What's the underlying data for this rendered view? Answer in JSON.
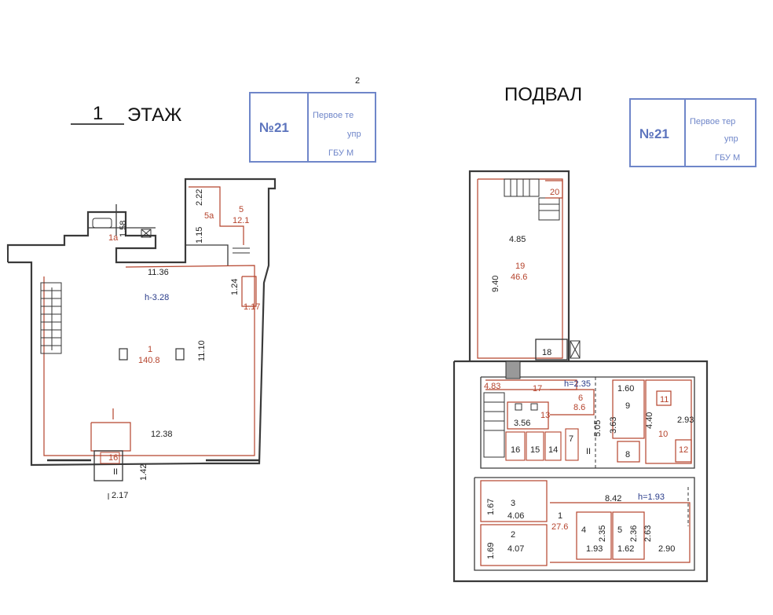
{
  "floor1": {
    "title_num": "1",
    "title_word": "ЭТАЖ",
    "stamp": {
      "number": "№21",
      "line1": "Первое те",
      "line2": "упр",
      "line3": "ГБУ М"
    },
    "labels": {
      "d158": "1.58",
      "r1a": "1а",
      "d222": "2.22",
      "r5a": "5а",
      "d115": "1.15",
      "r5": "5",
      "a5": "12.1",
      "d1136": "11.36",
      "height": "h-3.28",
      "d124": "1.24",
      "d117": "1.17",
      "r1": "1",
      "a1": "140.8",
      "d1110": "11.10",
      "d1238": "12.38",
      "r16": "16",
      "rII": "II",
      "d142": "1.42",
      "d217": "2.17",
      "corner": "2"
    }
  },
  "basement": {
    "title": "ПОДВАЛ",
    "stamp": {
      "number": "№21",
      "line1": "Первое тер",
      "line2": "упр",
      "line3": "ГБУ М"
    },
    "labels": {
      "r20": "20",
      "d485": "4.85",
      "d940": "9.40",
      "r19": "19",
      "a19": "46.6",
      "r18": "18",
      "d483": "4.83",
      "r17": "17",
      "h235": "h=2.35",
      "r6": "6",
      "a6": "8.6",
      "r13": "13",
      "d356": "3.56",
      "d505": "5.05",
      "r7": "7",
      "r16": "16",
      "r15": "15",
      "r14": "14",
      "d160": "1.60",
      "r9": "9",
      "r11": "11",
      "d293": "2.93",
      "d363": "3.63",
      "d440": "4.40",
      "r10": "10",
      "r12": "12",
      "r8": "8",
      "rII": "II",
      "r3": "3",
      "d167": "1.67",
      "d406": "4.06",
      "r1": "1",
      "a1": "27.6",
      "d842": "8.42",
      "h193": "h=1.93",
      "r2": "2",
      "d169": "1.69",
      "d407": "4.07",
      "r4": "4",
      "d235": "2.35",
      "r5": "5",
      "d236": "2.36",
      "d263": "2.63",
      "d193": "1.93",
      "d162": "1.62",
      "d290": "2.90"
    }
  }
}
